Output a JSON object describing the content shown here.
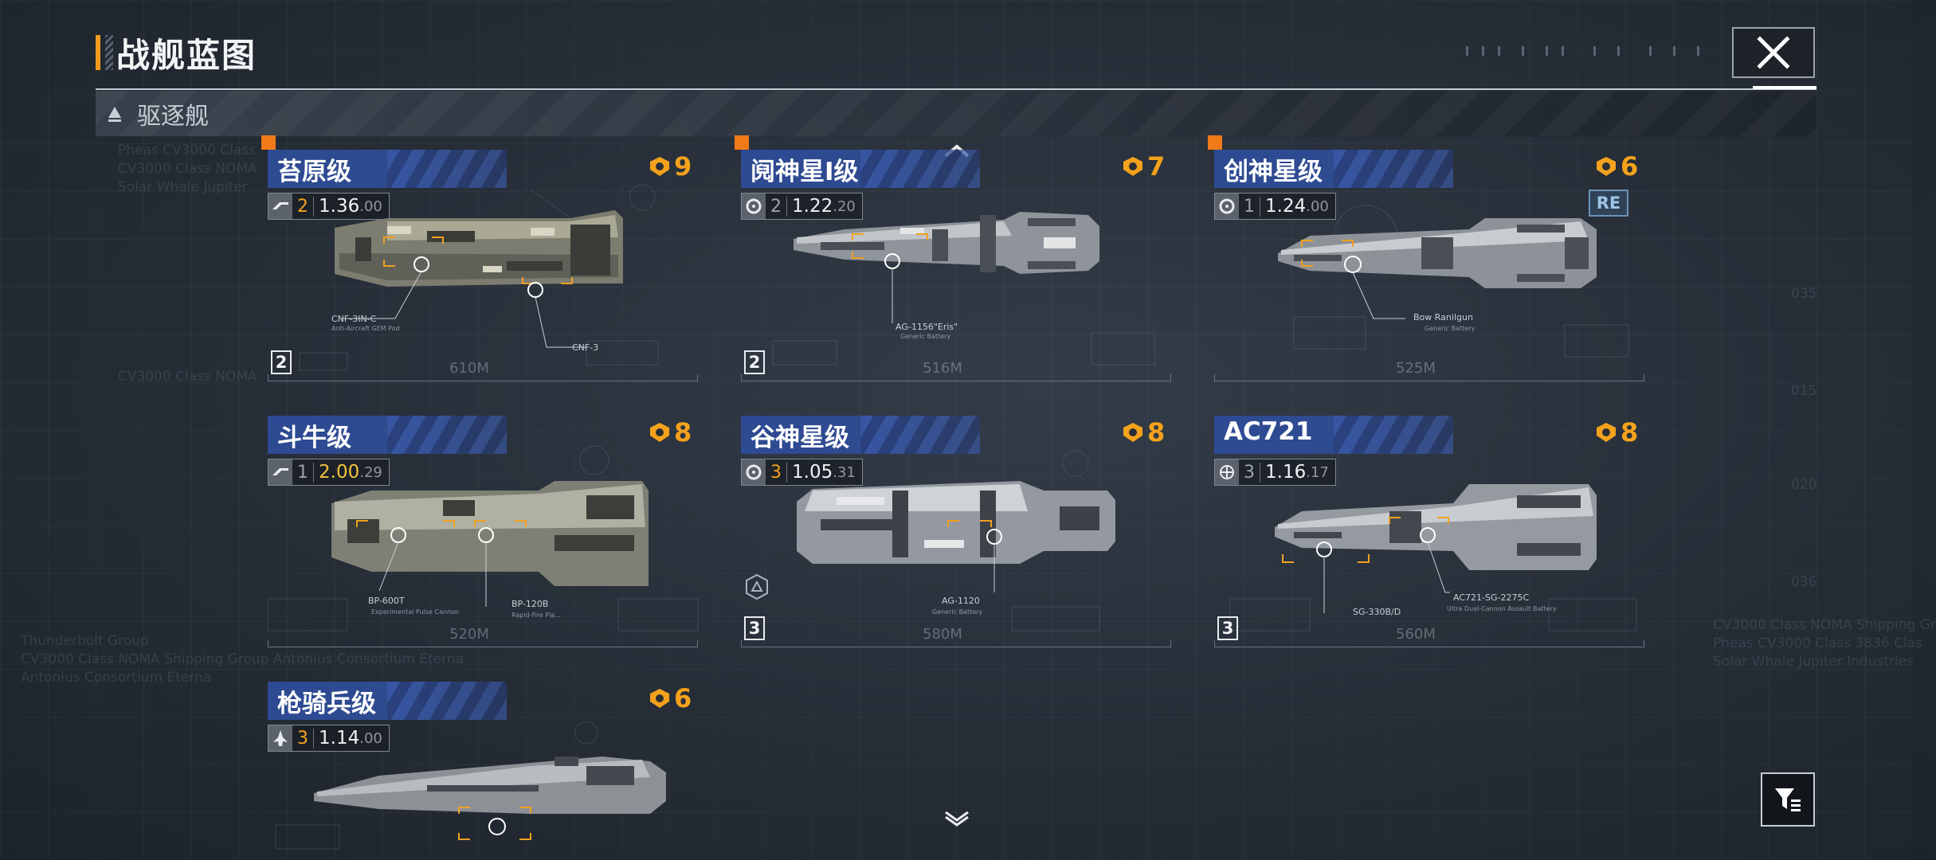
{
  "page_title": "战舰蓝图",
  "category": {
    "label": "驱逐舰"
  },
  "colors": {
    "accent_orange": "#f07a18",
    "cost_gold": "#f4a21c",
    "name_blue": "#2d4a93"
  },
  "icons": {
    "close": "close-icon",
    "category": "triangle-icon",
    "cost": "fleet-emblem-icon",
    "filter": "filter-icon",
    "scroll_up": "chevron-up-icon",
    "scroll_down": "chevron-down-icon"
  },
  "ships": [
    {
      "name": "苔原级",
      "cost": "9",
      "level": "2",
      "stat": "1.36",
      "stat_sub": ".00",
      "tier": "2",
      "length": "610M",
      "weapons": [
        {
          "label": "CNF-3IN-C",
          "sub": "Anti-Aircraft GEM Pod"
        },
        {
          "label": "CNF-3",
          "sub": ""
        }
      ]
    },
    {
      "name": "阋神星I级",
      "cost": "7",
      "level": "2",
      "stat": "1.22",
      "stat_sub": ".20",
      "tier": "2",
      "length": "516M",
      "weapons": [
        {
          "label": "AG-1156\"Eris\"",
          "sub": "Generic Battery"
        }
      ]
    },
    {
      "name": "创神星级",
      "cost": "6",
      "level": "1",
      "stat": "1.24",
      "stat_sub": ".00",
      "tier": "",
      "length": "525M",
      "badge": "RE",
      "weapons": [
        {
          "label": "Bow Ranilgun",
          "sub": "Generic Battery"
        }
      ]
    },
    {
      "name": "斗牛级",
      "cost": "8",
      "level": "1",
      "stat": "2.00",
      "stat_sub": ".29",
      "tier": "",
      "length": "520M",
      "weapons": [
        {
          "label": "BP-600T",
          "sub": "Experimental Pulse Cannon"
        },
        {
          "label": "BP-120B",
          "sub": "Rapid-Fire Pla..."
        }
      ]
    },
    {
      "name": "谷神星级",
      "cost": "8",
      "level": "3",
      "stat": "1.05",
      "stat_sub": ".31",
      "tier": "3",
      "length": "580M",
      "weapons": [
        {
          "label": "AG-1120",
          "sub": "Generic Battery"
        }
      ]
    },
    {
      "name": "AC721",
      "cost": "8",
      "level": "3",
      "stat": "1.16",
      "stat_sub": ".17",
      "tier": "3",
      "length": "560M",
      "weapons": [
        {
          "label": "SG-330B/D",
          "sub": ""
        },
        {
          "label": "AC721-SG-2275C",
          "sub": "Ultra Dual-Cannon Assault Battery"
        }
      ]
    },
    {
      "name": "枪骑兵级",
      "cost": "6",
      "level": "3",
      "stat": "1.14",
      "stat_sub": ".00",
      "tier": "",
      "length": "",
      "weapons": []
    }
  ],
  "background_text": {
    "block_a": "Pheas CV3000 Class\nCV3000 Class NOMA\nSolar Whale Jupiter",
    "block_b": "CV3000 Class NOMA",
    "block_c": "Thunderbolt Group\nCV3000 Class NOMA Shipping Group Antonius Consortium Eterna\nAntonius Consortium Eterna",
    "block_d": "CV3000 Class NOMA Shipping Gr\nPheas CV3000 Class 3836 Clas\nSolar Whale Jupiter Industries",
    "side_nums": [
      "035",
      "015",
      "020",
      "036"
    ]
  }
}
